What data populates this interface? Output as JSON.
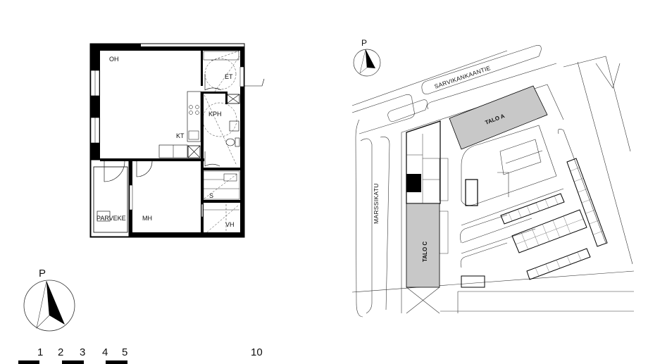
{
  "floor_plan": {
    "rooms": {
      "oh": "OH",
      "et": "ET",
      "kph": "KPH",
      "kt": "KT",
      "s": "S",
      "mh": "MH",
      "vh": "VH",
      "parveke": "PARVEKE"
    },
    "compass": {
      "label": "P"
    }
  },
  "site_plan": {
    "streets": {
      "north": "SARVIKANKAANTIE",
      "west": "MARSSIKATU"
    },
    "buildings": {
      "a": "TALO A",
      "c": "TALO C"
    },
    "compass": {
      "label": "P"
    },
    "colors": {
      "building_fill": "#c8c8c8",
      "highlight": "#000000"
    }
  },
  "scale_bar": {
    "labels": [
      "1",
      "2",
      "3",
      "4",
      "5",
      "10"
    ]
  }
}
